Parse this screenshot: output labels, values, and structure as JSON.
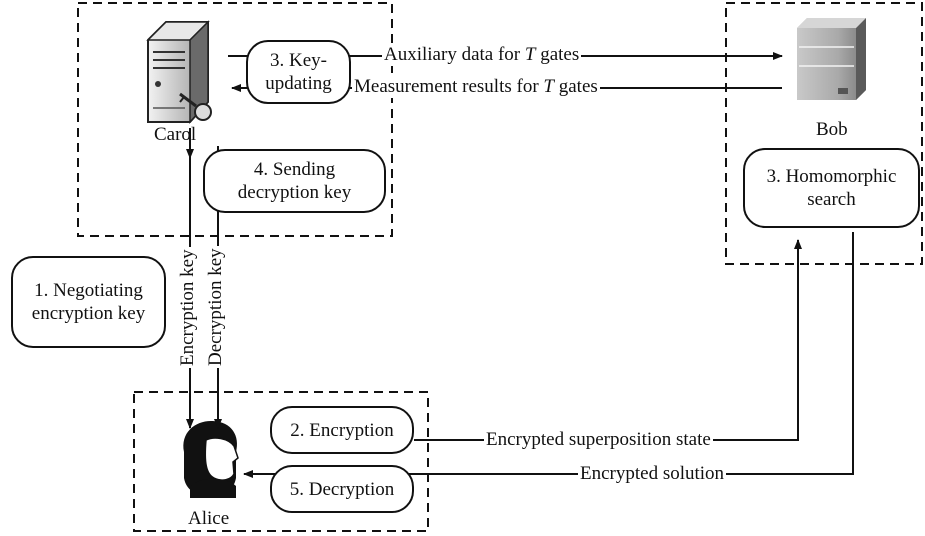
{
  "nodes": {
    "carol": "Carol",
    "bob": "Bob",
    "alice": "Alice"
  },
  "boxes": {
    "key_updating_line1": "3. Key-",
    "key_updating_line2": "updating",
    "sending_key_line1": "4. Sending",
    "sending_key_line2": "decryption key",
    "homomorphic_line1": "3. Homomorphic",
    "homomorphic_line2": "search",
    "negotiating_line1": "1. Negotiating",
    "negotiating_line2": "encryption key",
    "encryption": "2. Encryption",
    "decryption": "5. Decryption"
  },
  "edges": {
    "aux_prefix": "Auxiliary data for ",
    "aux_italic": "T",
    "aux_suffix": " gates",
    "meas_prefix": "Measurement results for ",
    "meas_italic": "T",
    "meas_suffix": " gates",
    "encryption_key": "Encryption key",
    "decryption_key": "Decryption key",
    "superposition": "Encrypted superposition state",
    "solution": "Encrypted solution"
  }
}
